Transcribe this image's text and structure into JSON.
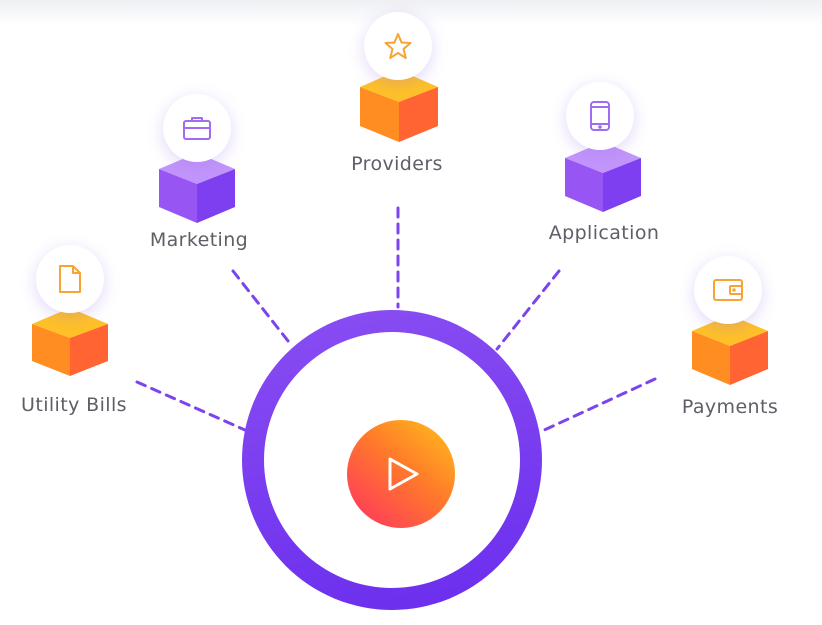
{
  "diagram": {
    "nodes": [
      {
        "id": "utility-bills",
        "label": "Utility Bills",
        "icon": "document-icon",
        "cube_color": "orange"
      },
      {
        "id": "marketing",
        "label": "Marketing",
        "icon": "briefcase-icon",
        "cube_color": "purple"
      },
      {
        "id": "providers",
        "label": "Providers",
        "icon": "star-icon",
        "cube_color": "orange"
      },
      {
        "id": "application",
        "label": "Application",
        "icon": "mobile-phone-icon",
        "cube_color": "purple"
      },
      {
        "id": "payments",
        "label": "Payments",
        "icon": "wallet-icon",
        "cube_color": "orange"
      }
    ],
    "hub": {
      "icon": "play-icon"
    },
    "colors": {
      "purple": "#8e4cf0",
      "orange": "#ff7a1c",
      "connector": "#7b44ef",
      "label": "#5d5f66",
      "icon_orange": "#f7a435",
      "icon_purple": "#a06cf0"
    }
  }
}
